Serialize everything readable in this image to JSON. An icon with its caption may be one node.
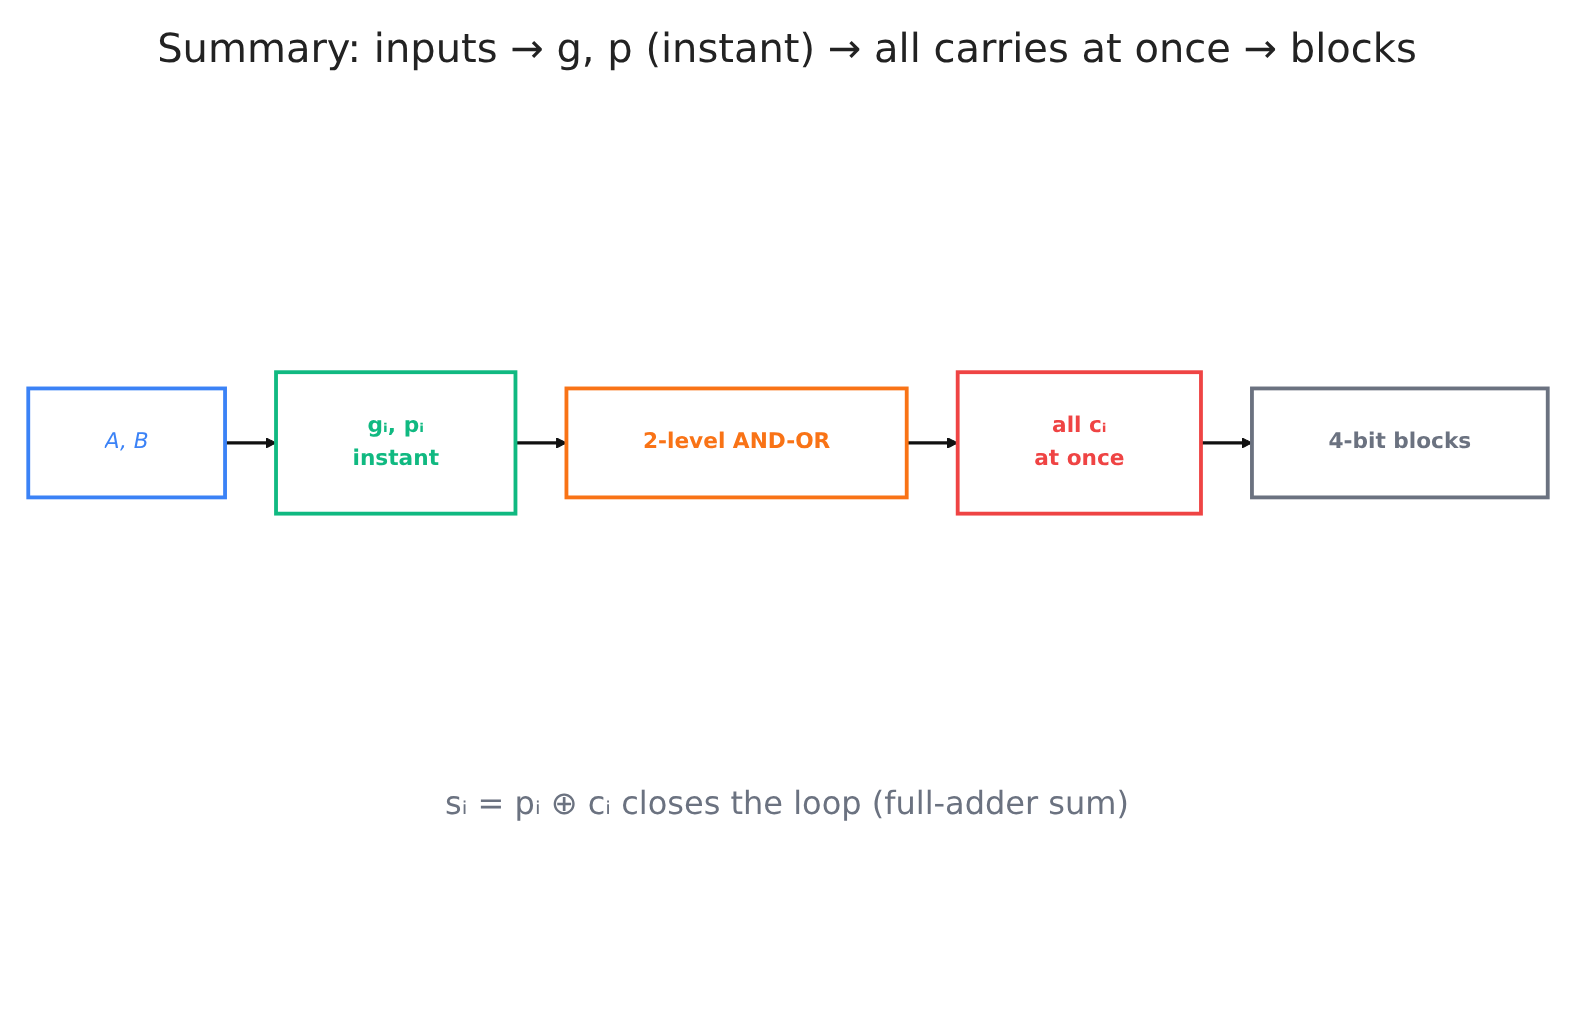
{
  "diagram": {
    "title": "Summary: inputs → g, p (instant) → all carries at once → blocks",
    "nodes": [
      {
        "text": [
          "A, B"
        ]
      },
      {
        "text": [
          "gᵢ, pᵢ",
          "instant"
        ]
      },
      {
        "text": [
          "2-level AND-OR"
        ]
      },
      {
        "text": [
          "all cᵢ",
          "at once"
        ]
      },
      {
        "text": [
          "4-bit blocks"
        ]
      }
    ],
    "edges": [
      {
        "from": 0,
        "to": 1,
        "arrow": "to"
      },
      {
        "from": 1,
        "to": 2,
        "arrow": "to"
      },
      {
        "from": 2,
        "to": 3,
        "arrow": "to"
      },
      {
        "from": 3,
        "to": 4,
        "arrow": "to"
      }
    ],
    "labels": [
      "sᵢ = pᵢ ⊕ cᵢ closes the loop (full-adder sum)"
    ]
  }
}
